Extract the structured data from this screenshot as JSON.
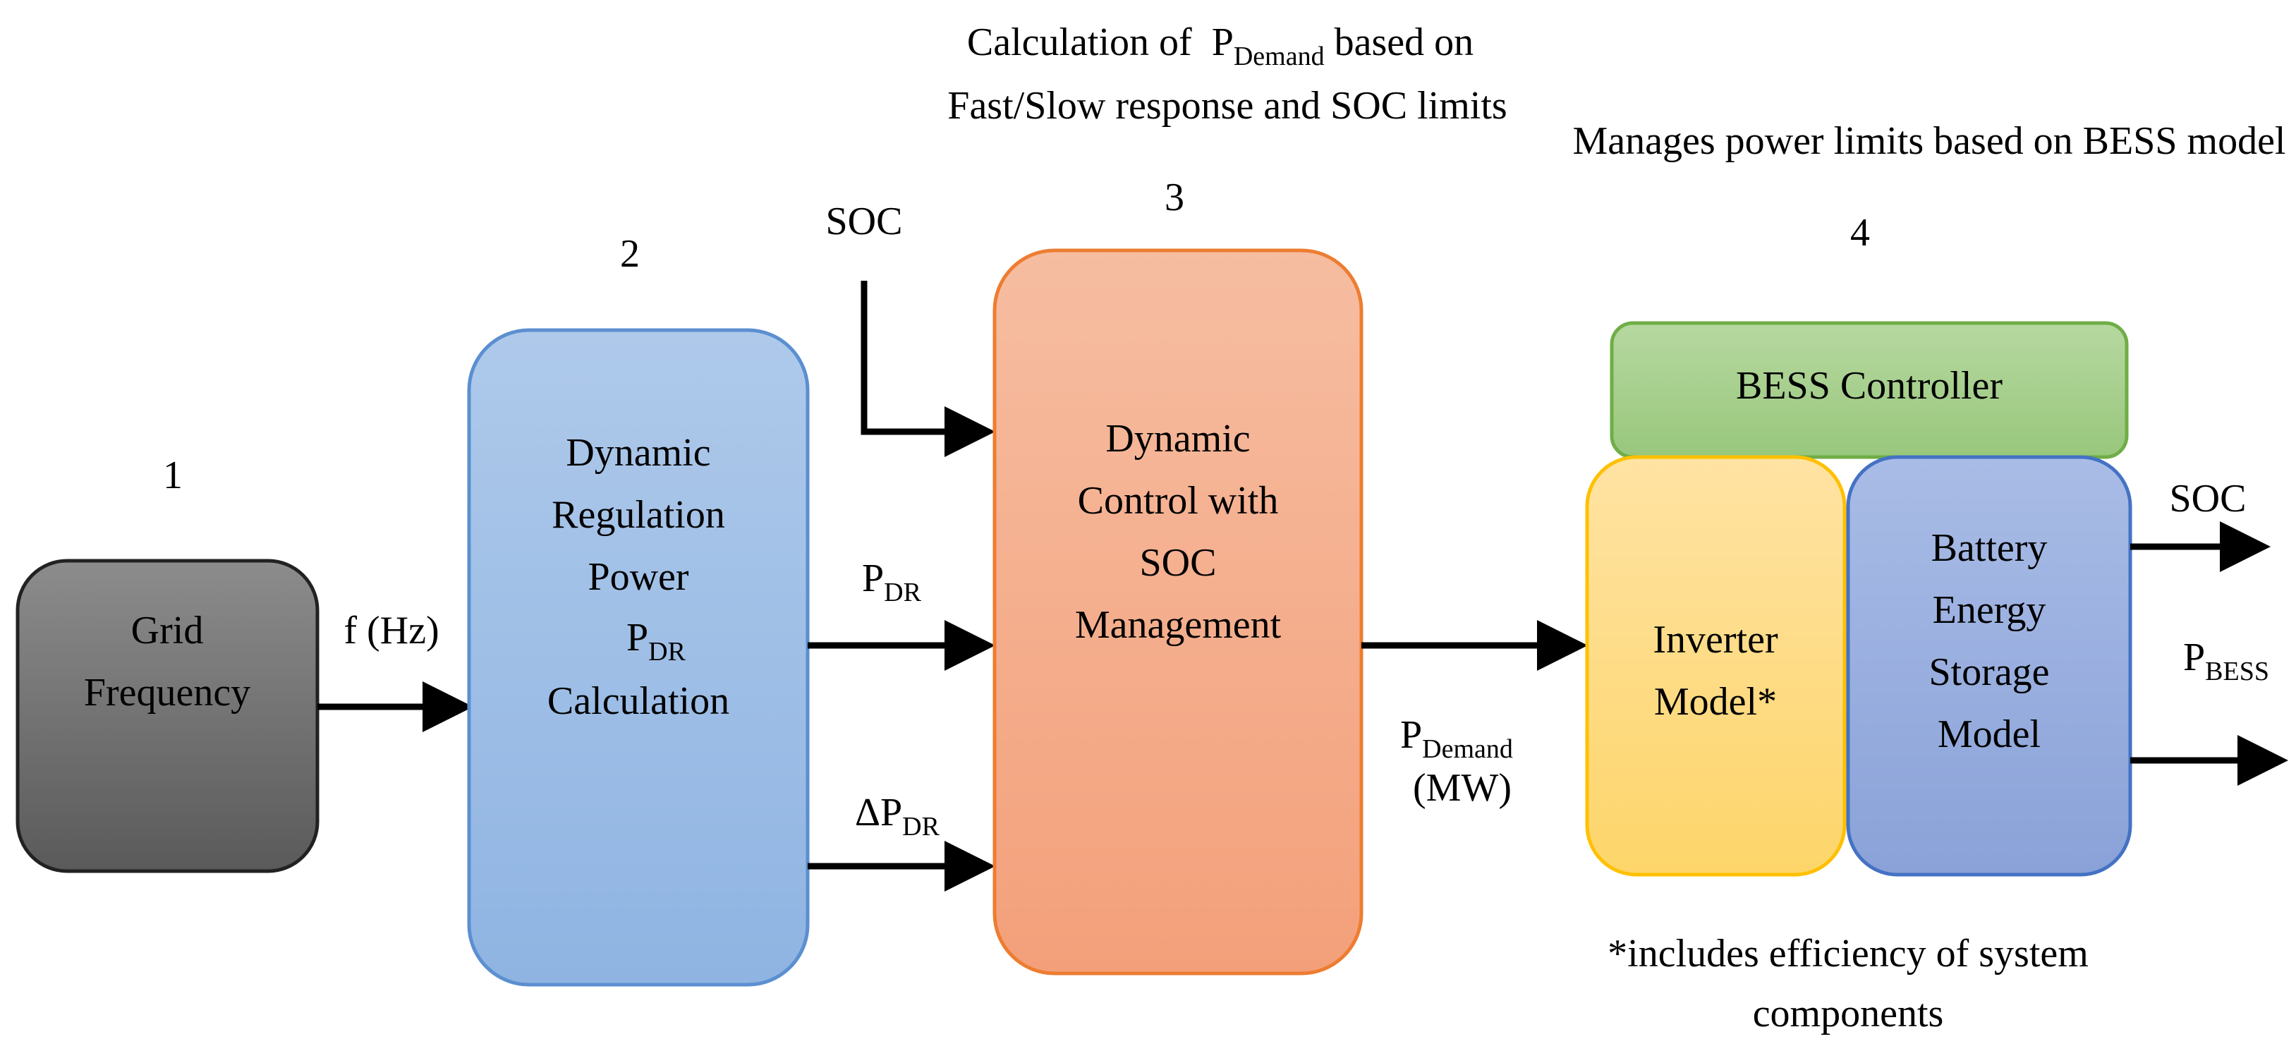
{
  "steps": {
    "s1": "1",
    "s2": "2",
    "s3": "3",
    "s4": "4"
  },
  "notes": {
    "calc_prefix": "Calculation of",
    "calc_p": "P",
    "calc_sub": "Demand",
    "calc_suffix": "based on",
    "calc_line2": "Fast/Slow response and SOC limits",
    "manages": "Manages power limits based on BESS model",
    "footnote_line1": "*includes efficiency of system",
    "footnote_line2": "components"
  },
  "blocks": {
    "grid_frequency": {
      "line1": "Grid",
      "line2": "Frequency",
      "color": "#6e6e6e"
    },
    "dynamic_regulation": {
      "line1": "Dynamic",
      "line2": "Regulation",
      "line3": "Power",
      "p": "P",
      "p_sub": "DR",
      "line5": "Calculation",
      "color": "#9dbfe6"
    },
    "dynamic_control": {
      "line1": "Dynamic",
      "line2": "Control  with",
      "line3": "SOC",
      "line4": "Management",
      "color": "#f5ae8e"
    },
    "bess_controller": {
      "label": "BESS Controller",
      "color": "#a9d18e"
    },
    "inverter": {
      "line1": "Inverter",
      "line2": "Model*",
      "color": "#ffd97a"
    },
    "battery": {
      "line1": "Battery",
      "line2": "Energy",
      "line3": "Storage",
      "line4": "Model",
      "color": "#98aedf"
    }
  },
  "signals": {
    "f_hz": "f (Hz)",
    "soc_in": "SOC",
    "p_dr": "P",
    "p_dr_sub": "DR",
    "dp_dr": "ΔP",
    "dp_dr_sub": "DR",
    "p_demand": "P",
    "p_demand_sub": "Demand",
    "mw": "(MW)",
    "soc_out": "SOC",
    "p_bess": "P",
    "p_bess_sub": "BESS"
  }
}
